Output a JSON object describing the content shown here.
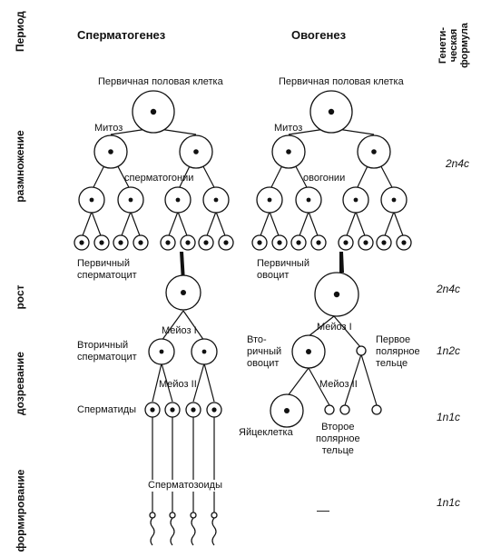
{
  "periods_header": "Период",
  "periods": {
    "reproduction": "размножение",
    "growth": "рост",
    "maturation": "дозревание",
    "formation": "формирование"
  },
  "spermatogenesis": {
    "title": "Сперматогенез",
    "primary_cell": "Первичная половая клетка",
    "mitosis": "Митоз",
    "gonia": "сперматогонии",
    "primary_cyte_line1": "Первичный",
    "primary_cyte_line2": "сперматоцит",
    "meiosis1": "Мейоз I",
    "secondary_line1": "Вторичный",
    "secondary_line2": "сперматоцит",
    "meiosis2": "Мейоз II",
    "spermatids": "Сперматиды",
    "spermatozoa": "Сперматозоиды"
  },
  "oogenesis": {
    "title": "Овогенез",
    "primary_cell": "Первичная половая клетка",
    "mitosis": "Митоз",
    "gonia": "овогонии",
    "primary_cyte_line1": "Первичный",
    "primary_cyte_line2": "овоцит",
    "meiosis1": "Мейоз I",
    "secondary_line1": "Вто-",
    "secondary_line2": "ричный",
    "secondary_line3": "овоцит",
    "first_polar_line1": "Первое",
    "first_polar_line2": "полярное",
    "first_polar_line3": "тельце",
    "meiosis2": "Мейоз II",
    "egg": "Яйцеклетка",
    "second_polar_line1": "Второе",
    "second_polar_line2": "полярное",
    "second_polar_line3": "тельце",
    "formation_dash": "—"
  },
  "genetic_formula_header": "Генети-\nческая\nформула",
  "formulas": {
    "reproduction": "2n4c",
    "growth": "2n4c",
    "maturation_1": "1n2c",
    "maturation_2": "1n1c",
    "formation": "1n1c"
  }
}
